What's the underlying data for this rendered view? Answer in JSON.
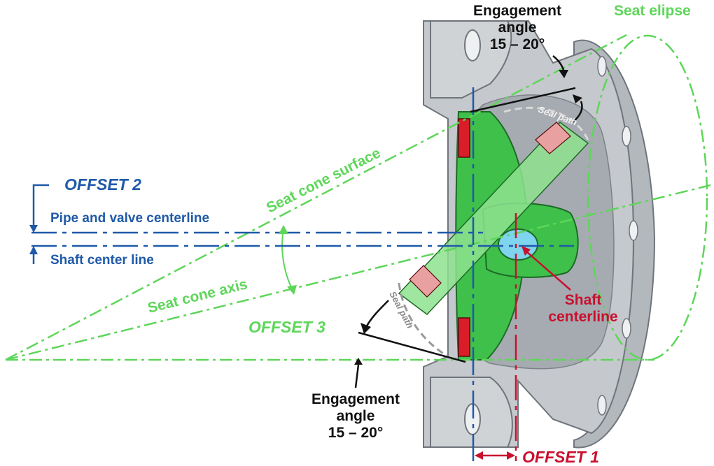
{
  "labels": {
    "engagement_top": [
      "Engagement",
      "angle",
      "15 – 20°"
    ],
    "engagement_bottom": [
      "Engagement",
      "angle",
      "15 – 20°"
    ],
    "seat_elipse": "Seat elipse",
    "seat_cone_surface": "Seat cone surface",
    "seat_cone_axis": "Seat cone axis",
    "offset_1": "OFFSET 1",
    "offset_2": "OFFSET 2",
    "offset_3": "OFFSET 3",
    "pipe_centerline": "Pipe and valve centerline",
    "shaft_center_line": "Shaft center line",
    "shaft_centerline": [
      "Shaft",
      "centerline"
    ],
    "seal_path": "Seal path"
  },
  "colors": {
    "green": "#5ed65a",
    "blue": "#1f5aa8",
    "red": "#c8102e",
    "body_gray": "#c5c8cc",
    "disc_green": "#3ec04a",
    "seal_pink": "#e8a0a0"
  }
}
